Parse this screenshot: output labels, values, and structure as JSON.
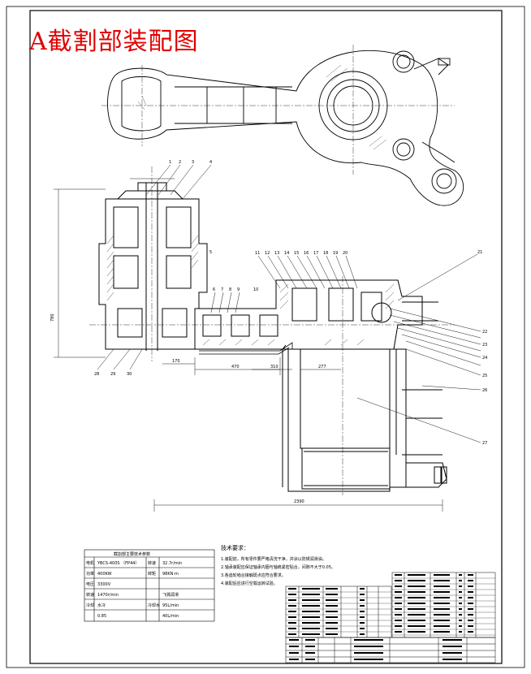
{
  "title": "A截割部装配图",
  "spec_table": {
    "heading": "截割部主要技术参数",
    "rows": [
      {
        "k": "电机",
        "v": "YBCS-400S （FP44）",
        "k2": "转速",
        "v2": "32.7r/min"
      },
      {
        "k": "功率",
        "v": "400KW",
        "k2": "转矩",
        "v2": "98KN·m"
      },
      {
        "k": "电压",
        "v": "3300V",
        "k2": "",
        "v2": ""
      },
      {
        "k": "转速",
        "v": "1470r/min",
        "k2": "",
        "v2": "飞溅润滑"
      },
      {
        "k": "冷却",
        "v": "水冷",
        "k2": "冷却水",
        "v2": "95L/min"
      },
      {
        "k": "",
        "v": "0.85",
        "k2": "",
        "v2": "40L/min"
      }
    ]
  },
  "tech_req": {
    "title": "技术要求：",
    "items": [
      "1.装配前，所有零件要严格清洗干净，并涂以防锈润滑油。",
      "2.轴承装配应保证轴承内圈与轴肩紧密贴合，间隙不大于0.05。",
      "3.各齿轮啮合接触斑点应符合要求。",
      "4.装配后应进行空载运转试验。"
    ]
  },
  "dims": {
    "overall_length": "2390",
    "height": "780",
    "d1": "170",
    "d2": "470",
    "d3": "310",
    "d4": "277"
  },
  "part_numbers": [
    "1",
    "2",
    "3",
    "4",
    "5",
    "6",
    "7",
    "8",
    "9",
    "10",
    "11",
    "12",
    "13",
    "14",
    "15",
    "16",
    "17",
    "18",
    "19",
    "20",
    "21",
    "22",
    "23",
    "24",
    "25",
    "26",
    "27",
    "28",
    "29",
    "30"
  ],
  "colors": {
    "line": "#000000",
    "title": "#e00000"
  }
}
